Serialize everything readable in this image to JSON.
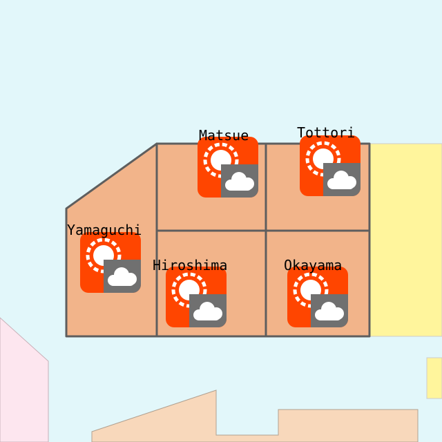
{
  "colors": {
    "sea": "#e2f7fa",
    "region_fill": "#f2b48a",
    "region_border": "#5e5e5e",
    "neighbor_east": "#fff59c",
    "neighbor_south": "#f8d8bb",
    "neighbor_west": "#fde6ef",
    "icon_sun": "#ff4500",
    "icon_cloud_panel": "#707070"
  },
  "cities": [
    {
      "id": "matsue",
      "name": "Matsue",
      "weather_icon": "sunny-then-cloudy-icon"
    },
    {
      "id": "tottori",
      "name": "Tottori",
      "weather_icon": "sunny-then-cloudy-icon"
    },
    {
      "id": "yamaguchi",
      "name": "Yamaguchi",
      "weather_icon": "sunny-then-cloudy-icon"
    },
    {
      "id": "hiroshima",
      "name": "Hiroshima",
      "weather_icon": "sunny-then-cloudy-icon"
    },
    {
      "id": "okayama",
      "name": "Okayama",
      "weather_icon": "sunny-then-cloudy-icon"
    }
  ]
}
